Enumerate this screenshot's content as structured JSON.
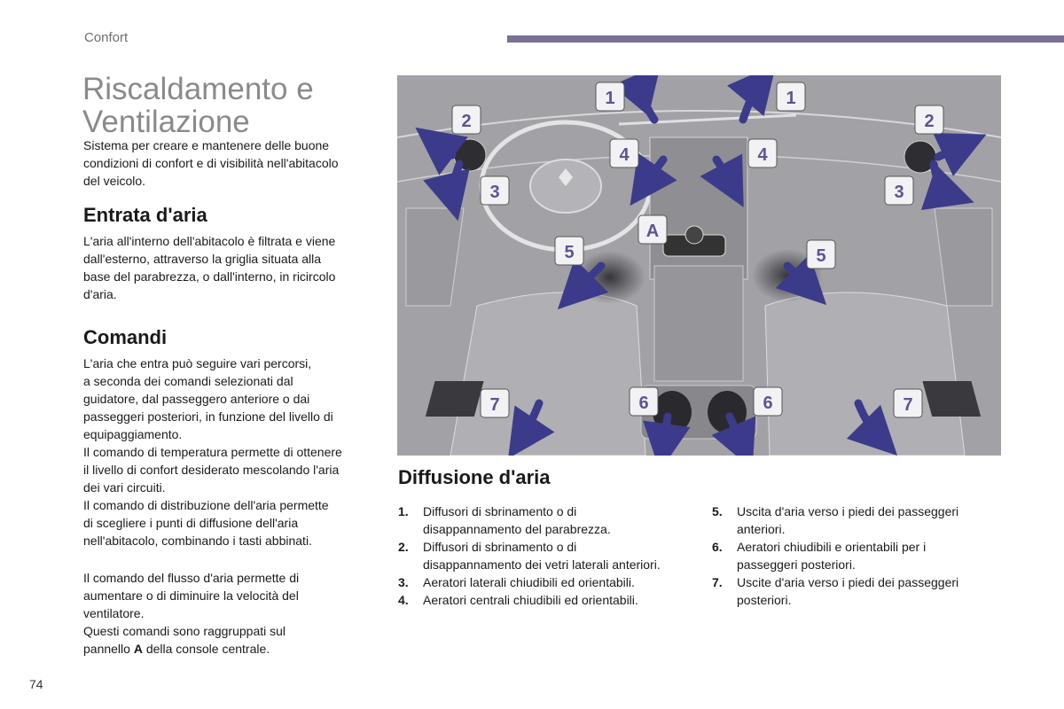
{
  "header": {
    "section": "Confort"
  },
  "title_lines": [
    "Riscaldamento e",
    "Ventilazione"
  ],
  "intro_lines": [
    "Sistema per creare e mantenere delle buone",
    "condizioni di confort e di visibilità nell'abitacolo",
    "del veicolo."
  ],
  "entrata": {
    "heading": "Entrata d'aria",
    "lines": [
      "L'aria all'interno dell'abitacolo è filtrata e viene",
      "dall'esterno, attraverso la griglia situata alla",
      "base del parabrezza, o dall'interno, in ricircolo",
      "d'aria."
    ]
  },
  "comandi": {
    "heading": "Comandi",
    "lines": [
      "L'aria che entra può seguire vari percorsi,",
      "a seconda dei comandi selezionati dal",
      "guidatore, dal passeggero anteriore o dai",
      "passeggeri posteriori, in funzione del livello di",
      "equipaggiamento.",
      "Il comando di temperatura permette di ottenere",
      "il livello di confort desiderato mescolando l'aria",
      "dei vari circuiti.",
      "Il comando di distribuzione dell'aria permette",
      "di scegliere i punti di diffusione dell'aria",
      "nell'abitacolo, combinando i tasti abbinati."
    ],
    "lines2": [
      "Il comando del flusso d'aria permette di",
      "aumentare o di diminuire la velocità del",
      "ventilatore.",
      "Questi comandi sono raggruppati sul"
    ],
    "last_pre": "pannello ",
    "last_bold": "A",
    "last_post": " della console centrale."
  },
  "figure": {
    "callouts": {
      "c1": "1",
      "c2": "2",
      "c3": "3",
      "c4": "4",
      "c5": "5",
      "c6": "6",
      "c7": "7",
      "cA": "A"
    }
  },
  "diffusione": {
    "heading": "Diffusione d'aria",
    "items_left": [
      {
        "num": "1.",
        "lines": [
          "Diffusori di sbrinamento o di",
          "disappannamento del parabrezza."
        ]
      },
      {
        "num": "2.",
        "lines": [
          "Diffusori di sbrinamento o di",
          "disappannamento dei vetri laterali anteriori."
        ]
      },
      {
        "num": "3.",
        "lines": [
          "Aeratori laterali chiudibili ed orientabili."
        ]
      },
      {
        "num": "4.",
        "lines": [
          "Aeratori centrali chiudibili ed orientabili."
        ]
      }
    ],
    "items_right": [
      {
        "num": "5.",
        "lines": [
          "Uscita d'aria verso i piedi dei passeggeri",
          "anteriori."
        ]
      },
      {
        "num": "6.",
        "lines": [
          "Aeratori chiudibili e orientabili per i",
          "passeggeri posteriori."
        ]
      },
      {
        "num": "7.",
        "lines": [
          "Uscite d'aria verso i piedi dei passeggeri",
          "posteriori."
        ]
      }
    ]
  },
  "page_number": "74"
}
